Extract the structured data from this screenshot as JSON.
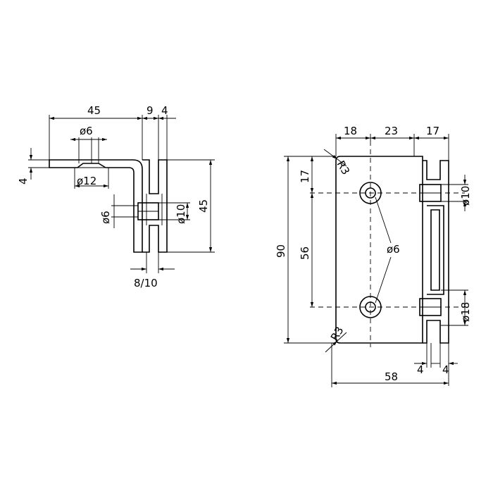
{
  "side_view": {
    "dim_width": "45",
    "dim_gap": "9",
    "dim_plate": "4",
    "dim_thickness": "4",
    "dim_hole_small": "ø6",
    "dim_hole_counterbore": "ø12",
    "dim_pin": "ø6",
    "dim_pin_head": "ø10",
    "dim_height": "45",
    "dim_glass": "8/10"
  },
  "front_view": {
    "dim_left": "18",
    "dim_middle": "23",
    "dim_right": "17",
    "dim_top_radius": "R3",
    "dim_bottom_radius": "R3",
    "dim_top_offset": "17",
    "dim_total_height": "90",
    "dim_hole_spacing": "56",
    "dim_holes": "ø6",
    "dim_head_top": "ø10",
    "dim_head_bottom": "ø18",
    "dim_flange_left": "4",
    "dim_flange_right": "4",
    "dim_total_width": "58"
  }
}
